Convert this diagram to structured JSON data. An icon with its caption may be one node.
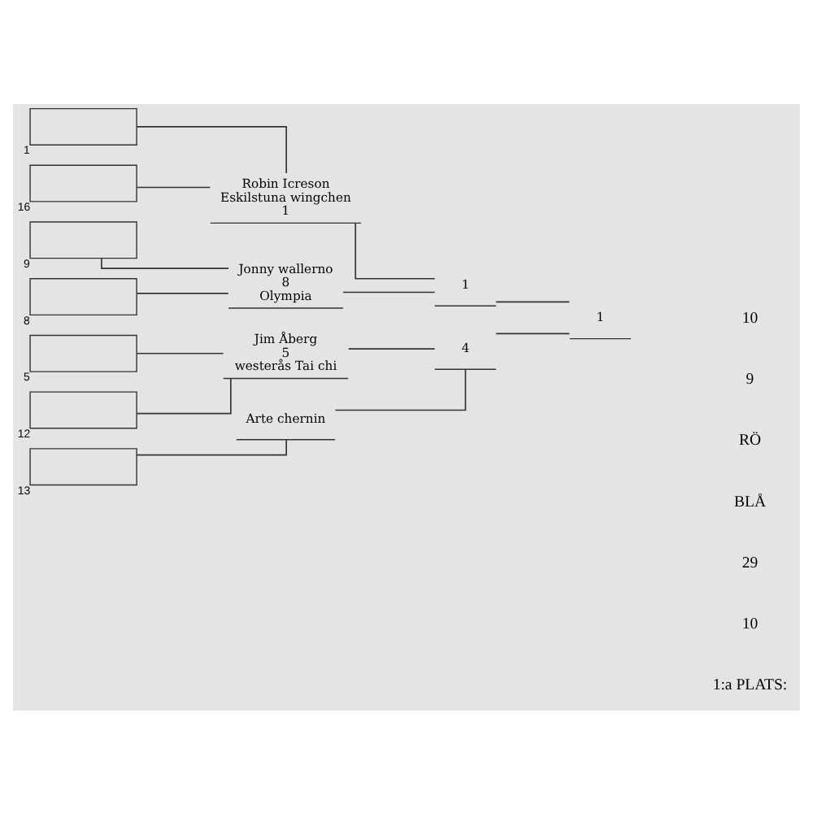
{
  "diagram": {
    "nodes": [
      {
        "text": [],
        "shape": "box",
        "beside": [
          "1"
        ]
      },
      {
        "text": [],
        "shape": "box",
        "beside": [
          "16"
        ]
      },
      {
        "text": [],
        "shape": "box",
        "beside": [
          "9"
        ]
      },
      {
        "text": [],
        "shape": "box",
        "beside": [
          "8"
        ]
      },
      {
        "text": [],
        "shape": "box",
        "beside": [
          "5"
        ]
      },
      {
        "text": [],
        "shape": "box",
        "beside": [
          "12"
        ]
      },
      {
        "text": [],
        "shape": "box",
        "beside": [
          "13"
        ]
      },
      {
        "text": [
          "Robin Icreson",
          "Eskilstuna wingchen",
          "1"
        ]
      },
      {
        "text": [
          "Jonny wallerno",
          "8",
          "Olympia"
        ]
      },
      {
        "text": [
          "Jim Åberg",
          "5",
          "westerås Tai chi"
        ]
      },
      {
        "text": [
          "Arte chernin"
        ]
      },
      {
        "text": [
          "1"
        ]
      },
      {
        "text": [
          "4"
        ]
      },
      {
        "text": [
          "1"
        ]
      }
    ],
    "edges": [
      {
        "from": 0,
        "to": 7,
        "arrow": "none"
      },
      {
        "from": 1,
        "to": 7,
        "arrow": "none"
      },
      {
        "from": 2,
        "to": 8,
        "arrow": "none"
      },
      {
        "from": 3,
        "to": 8,
        "arrow": "none"
      },
      {
        "from": 4,
        "to": 9,
        "arrow": "none"
      },
      {
        "from": 5,
        "to": 9,
        "arrow": "none"
      },
      {
        "from": 6,
        "to": 10,
        "arrow": "none"
      },
      {
        "from": 7,
        "to": 11,
        "arrow": "none"
      },
      {
        "from": 8,
        "to": 11,
        "arrow": "none"
      },
      {
        "from": 9,
        "to": 12,
        "arrow": "none"
      },
      {
        "from": 10,
        "to": 12,
        "arrow": "none"
      },
      {
        "from": 11,
        "to": 13,
        "arrow": "none"
      },
      {
        "from": 12,
        "to": 13,
        "arrow": "none"
      }
    ],
    "labels": [
      "10",
      "9",
      "RÖ",
      "BLÅ",
      "29",
      "10",
      "1:a PLATS:"
    ]
  }
}
